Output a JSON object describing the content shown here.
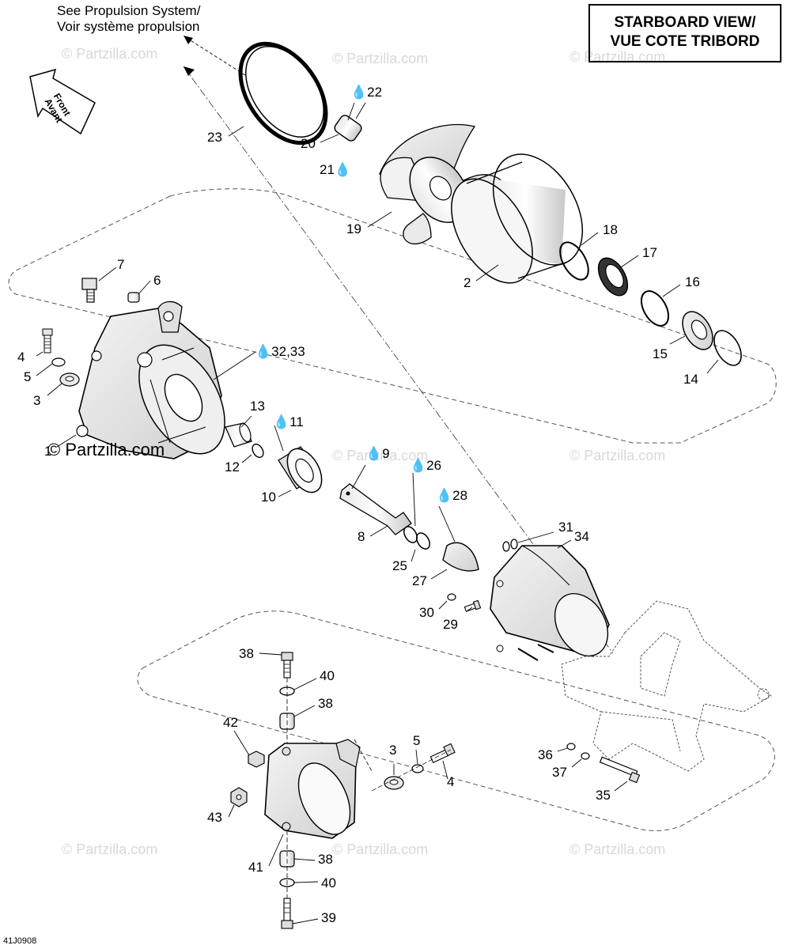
{
  "header": {
    "view_line1": "STARBOARD VIEW/",
    "view_line2": "VUE COTE TRIBORD",
    "ref_line1": "See Propulsion System/",
    "ref_line2": "Voir système propulsion"
  },
  "front_marker": {
    "line1": "Front",
    "line2": "Avant"
  },
  "watermark": {
    "main": "© Partzilla.com",
    "faint": "© Partzilla.com"
  },
  "diagram_code": "41J0908",
  "callouts": {
    "c1": "1",
    "c2": "2",
    "c3a": "3",
    "c3b": "3",
    "c4a": "4",
    "c4b": "4",
    "c5a": "5",
    "c5b": "5",
    "c6": "6",
    "c7": "7",
    "c8": "8",
    "c9": "9",
    "c10": "10",
    "c11": "11",
    "c12": "12",
    "c13": "13",
    "c14": "14",
    "c15": "15",
    "c16": "16",
    "c17": "17",
    "c18": "18",
    "c19": "19",
    "c20": "20",
    "c21": "21",
    "c22": "22",
    "c23": "23",
    "c25": "25",
    "c26": "26",
    "c27": "27",
    "c28": "28",
    "c29": "29",
    "c30": "30",
    "c31": "31",
    "c3233": "32,33",
    "c34": "34",
    "c35": "35",
    "c36": "36",
    "c37": "37",
    "c38a": "38",
    "c38b": "38",
    "c38c": "38",
    "c39": "39",
    "c40a": "40",
    "c40b": "40",
    "c41": "41",
    "c42": "42",
    "c43": "43"
  },
  "icons": {
    "lubricant": "oil-drop-icon",
    "direction": "front-arrow-icon"
  }
}
